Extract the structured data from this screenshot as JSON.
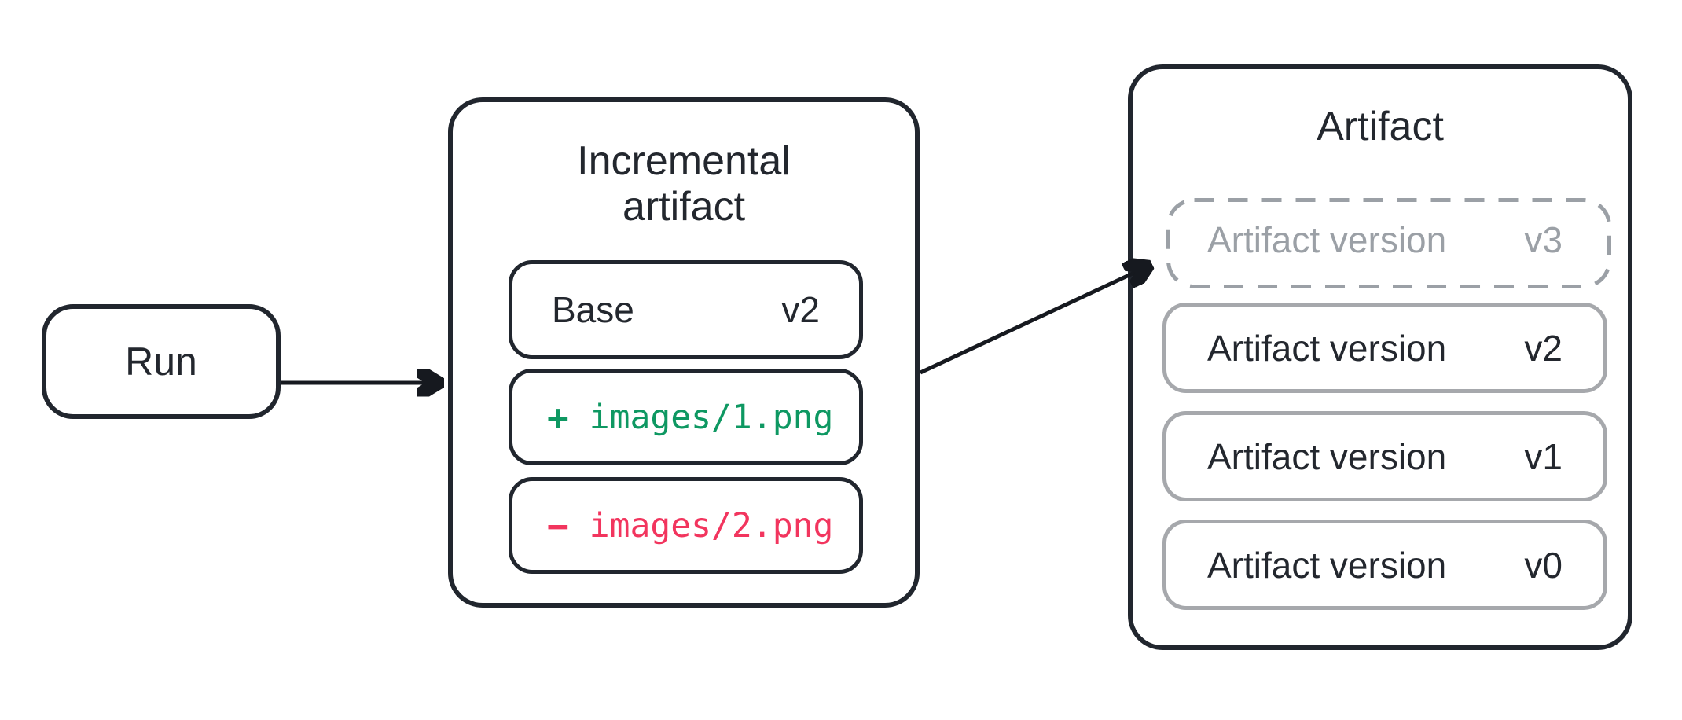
{
  "colors": {
    "stroke_dark": "#21262e",
    "stroke_gray": "#a6a8ac",
    "text_dark": "#23272e",
    "text_gray": "#9ba0a6",
    "added_green": "#0e9862",
    "removed_red": "#f2355e"
  },
  "run": {
    "label": "Run"
  },
  "incremental": {
    "title_lines": [
      "Incremental",
      "artifact"
    ],
    "base": {
      "label": "Base",
      "version": "v2"
    },
    "changes": [
      {
        "sign": "+",
        "path": "images/1.png",
        "kind": "added"
      },
      {
        "sign": "−",
        "path": "images/2.png",
        "kind": "removed"
      }
    ]
  },
  "artifact": {
    "title": "Artifact",
    "versions": [
      {
        "label": "Artifact version",
        "version": "v3",
        "state": "pending"
      },
      {
        "label": "Artifact version",
        "version": "v2",
        "state": "committed"
      },
      {
        "label": "Artifact version",
        "version": "v1",
        "state": "committed"
      },
      {
        "label": "Artifact version",
        "version": "v0",
        "state": "committed"
      }
    ]
  }
}
